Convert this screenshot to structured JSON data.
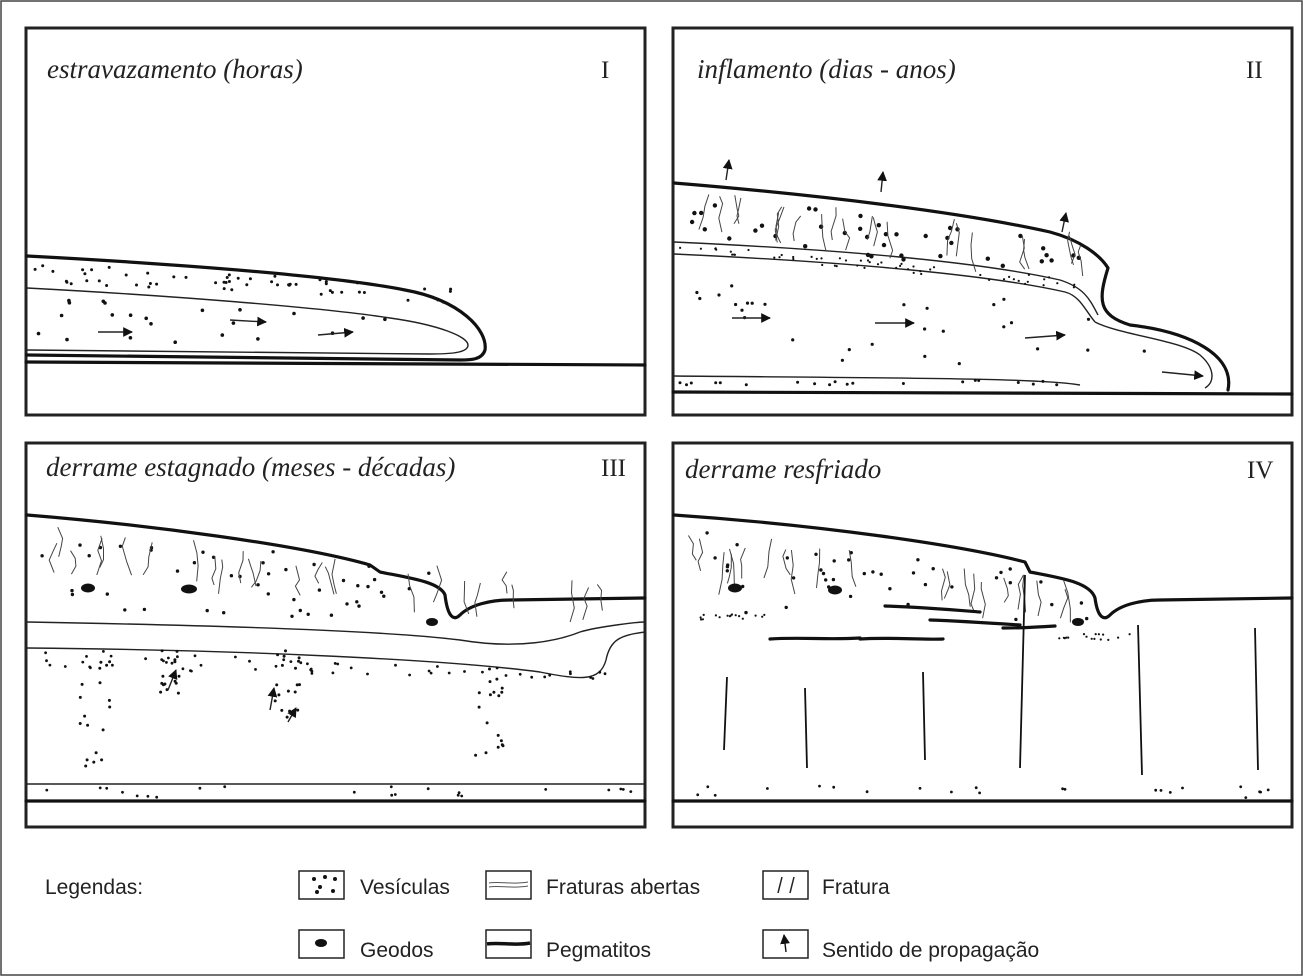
{
  "panels": [
    {
      "title": "estravazamento (horas)",
      "number": "I"
    },
    {
      "title": "inflamento (dias - anos)",
      "number": "II"
    },
    {
      "title": "derrame estagnado (meses - décadas)",
      "number": "III"
    },
    {
      "title": "derrame resfriado",
      "number": "IV"
    }
  ],
  "legend": {
    "heading": "Legendas:",
    "items": [
      {
        "symbol": "vesicles",
        "label": "Vesículas"
      },
      {
        "symbol": "open-fractures",
        "label": "Fraturas abertas"
      },
      {
        "symbol": "fracture",
        "label": "Fratura"
      },
      {
        "symbol": "geodes",
        "label": "Geodos"
      },
      {
        "symbol": "pegmatites",
        "label": "Pegmatitos"
      },
      {
        "symbol": "propagation-arrow",
        "label": "Sentido de propagação"
      }
    ]
  }
}
